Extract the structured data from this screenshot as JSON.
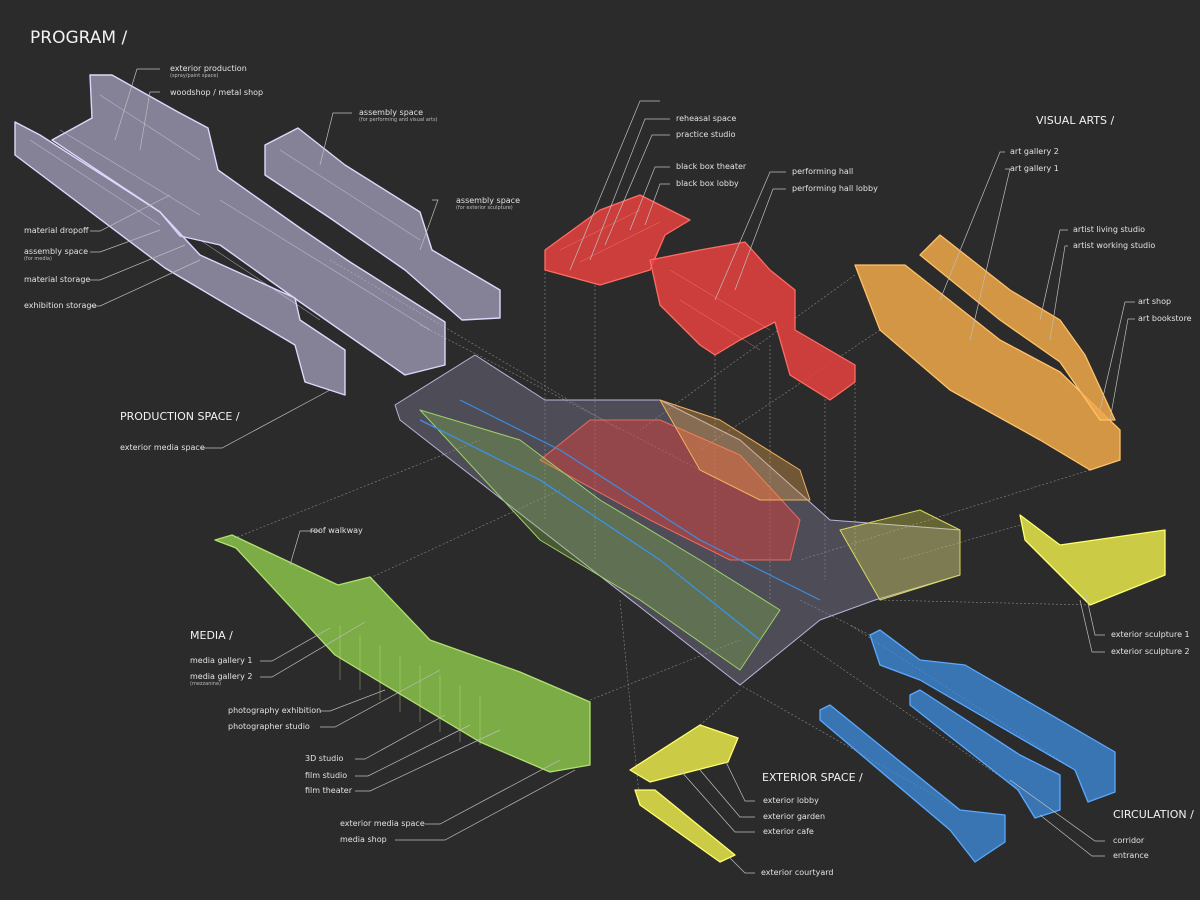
{
  "title": "PROGRAM /",
  "colors": {
    "background": "#2b2b2b",
    "production": "#cfcaf2",
    "performing": "#e8423f",
    "visual_arts": "#f0a94a",
    "media": "#8bc34a",
    "exterior": "#e8e84a",
    "circulation": "#3d8fe0"
  },
  "production": {
    "heading": "PRODUCTION SPACE /",
    "labels": [
      {
        "text": "exterior production",
        "sub": "(spray/paint space)"
      },
      {
        "text": "woodshop / metal shop"
      },
      {
        "text": "assembly space",
        "sub": "(for performing and visual arts)"
      },
      {
        "text": "assembly space",
        "sub": "(for exterior sculpture)"
      },
      {
        "text": "material dropoff"
      },
      {
        "text": "assembly space",
        "sub": "(for media)"
      },
      {
        "text": "material storage"
      },
      {
        "text": "exhibition storage"
      },
      {
        "text": "exterior media space"
      }
    ]
  },
  "performing": {
    "labels": [
      "reheasal space",
      "practice studio",
      "black box theater",
      "black box lobby",
      "performing hall",
      "performing hall lobby"
    ]
  },
  "visual_arts": {
    "heading": "VISUAL ARTS /",
    "labels": [
      "art gallery 2",
      "art gallery 1",
      "artist living studio",
      "artist working studio",
      "art shop",
      "art bookstore",
      "exterior sculpture 1",
      "exterior sculpture 2"
    ]
  },
  "media": {
    "heading": "MEDIA /",
    "labels": [
      {
        "text": "roof walkway"
      },
      {
        "text": "media gallery 1"
      },
      {
        "text": "media gallery 2",
        "sub": "(mezzanine)"
      },
      {
        "text": "photography exhibition"
      },
      {
        "text": "photographer studio"
      },
      {
        "text": "3D studio"
      },
      {
        "text": "film studio"
      },
      {
        "text": "film theater"
      },
      {
        "text": "exterior media space"
      },
      {
        "text": "media shop"
      }
    ]
  },
  "exterior": {
    "heading": "EXTERIOR SPACE /",
    "labels": [
      "exterior lobby",
      "exterior garden",
      "exterior cafe",
      "exterior courtyard"
    ]
  },
  "circulation": {
    "heading": "CIRCULATION /",
    "labels": [
      "corridor",
      "entrance"
    ]
  }
}
